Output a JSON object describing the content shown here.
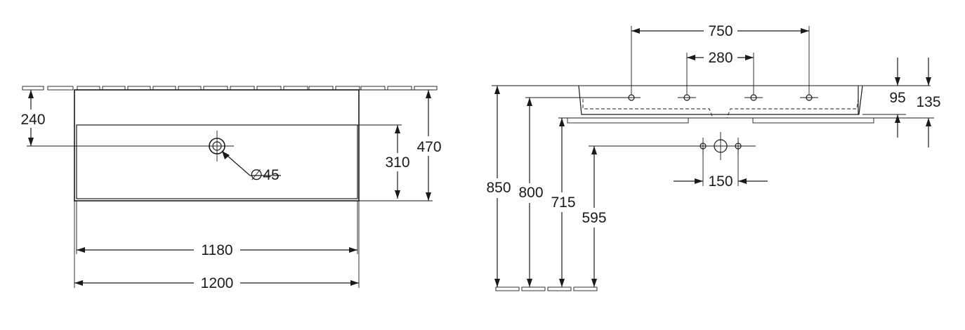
{
  "top_view": {
    "depth_outer": "470",
    "hole_offset": "240",
    "depth_inner": "310",
    "hole_diameter": "∅45",
    "width_inner": "1180",
    "width_outer": "1200"
  },
  "side_view": {
    "tap_spacing_outer": "750",
    "tap_spacing_inner": "280",
    "basin_depth": "95",
    "total_height": "135",
    "mount_850": "850",
    "mount_800": "800",
    "mount_715": "715",
    "mount_595": "595",
    "drain_spacing": "150"
  }
}
